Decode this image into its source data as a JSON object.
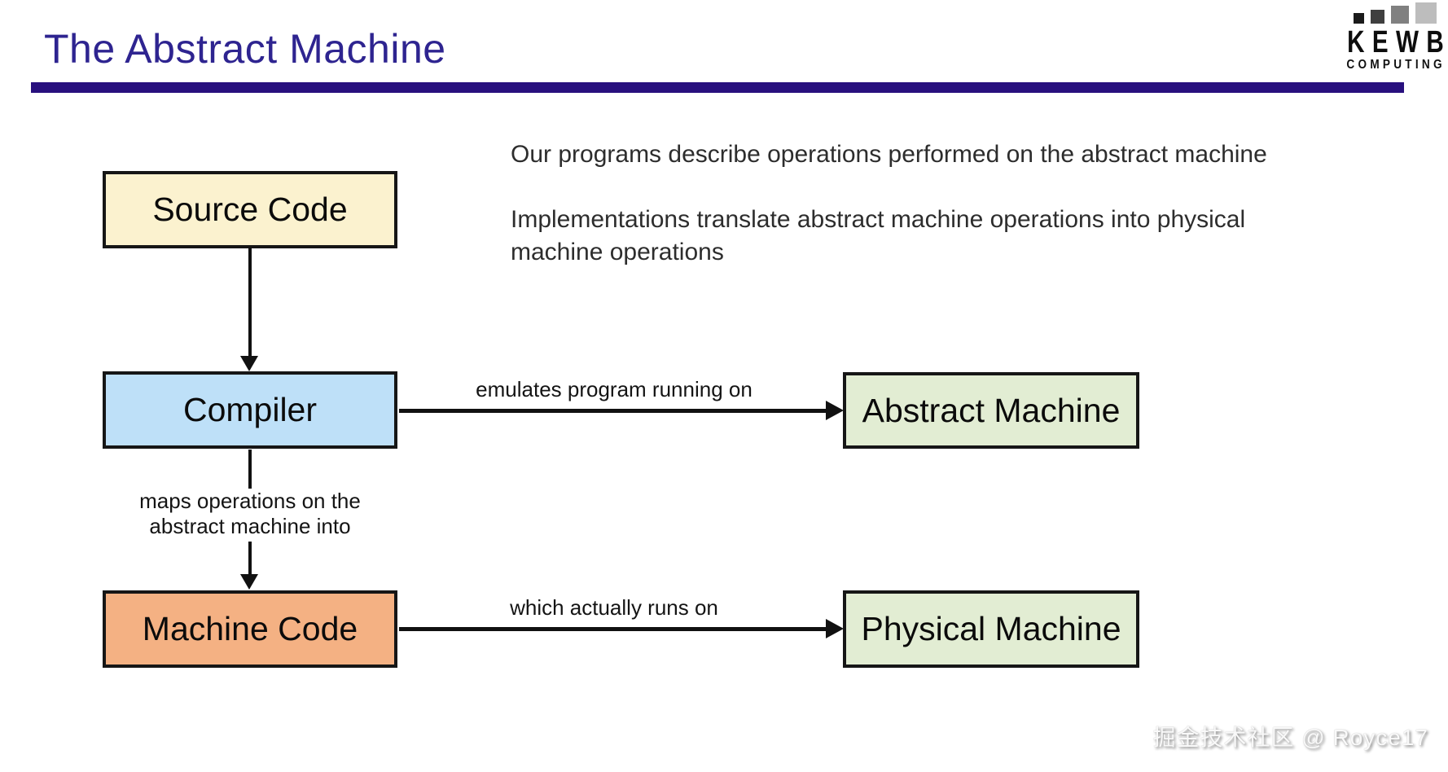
{
  "slide": {
    "title": "The Abstract Machine",
    "title_color": "#2E2490",
    "rule_color": "#28107E"
  },
  "logo": {
    "name": "KEWB",
    "subtitle": "COMPUTING",
    "squares": [
      "#1b1b1b",
      "#3f3f3f",
      "#808080",
      "#bdbdbd"
    ]
  },
  "notes": {
    "paragraphs": [
      {
        "lines": [
          "Our programs describe operations performed on the abstract machine"
        ]
      },
      {
        "lines": [
          "Implementations translate abstract machine operations into physical",
          "machine operations"
        ]
      }
    ]
  },
  "diagram": {
    "nodes": [
      {
        "id": "source-code",
        "label": "Source Code",
        "fill": "#FBF2CF"
      },
      {
        "id": "compiler",
        "label": "Compiler",
        "fill": "#BEE0F8"
      },
      {
        "id": "machine-code",
        "label": "Machine Code",
        "fill": "#F4B183"
      },
      {
        "id": "abstract-machine",
        "label": "Abstract Machine",
        "fill": "#E2EDD3"
      },
      {
        "id": "physical-machine",
        "label": "Physical Machine",
        "fill": "#E2EDD3"
      }
    ],
    "edges": [
      {
        "from": "source-code",
        "to": "compiler",
        "label": ""
      },
      {
        "from": "compiler",
        "to": "abstract-machine",
        "label": "emulates program running on"
      },
      {
        "from": "compiler",
        "to": "machine-code",
        "label": "maps operations on the abstract machine into",
        "label_lines": [
          "maps operations on the",
          "abstract machine into"
        ]
      },
      {
        "from": "machine-code",
        "to": "physical-machine",
        "label": "which actually runs on"
      }
    ]
  },
  "watermark": {
    "text": "掘金技术社区 @ Royce17"
  }
}
